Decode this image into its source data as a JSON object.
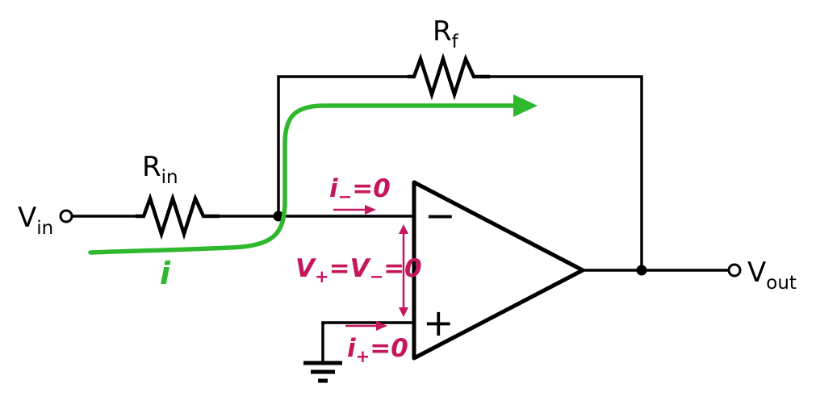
{
  "diagram": "inverting-opamp-virtual-ground",
  "colors": {
    "wire": "#000000",
    "current_path": "#2eb82e",
    "annotation": "#c4175c",
    "background": "#ffffff"
  },
  "labels": {
    "vin": {
      "base": "V",
      "sub": "in"
    },
    "rin": {
      "base": "R",
      "sub": "in"
    },
    "rf": {
      "base": "R",
      "sub": "f"
    },
    "vout": {
      "base": "V",
      "sub": "out"
    },
    "current": "i",
    "opamp_minus": "−",
    "opamp_plus": "+"
  },
  "annotations": {
    "i_minus": {
      "base": "i",
      "sub": "−",
      "rest": "=0"
    },
    "virtual_ground": {
      "b1": "V",
      "s1": "+",
      "b2": "=V",
      "s2": "−",
      "b3": "=0"
    },
    "i_plus": {
      "base": "i",
      "sub": "+",
      "rest": "=0"
    }
  }
}
